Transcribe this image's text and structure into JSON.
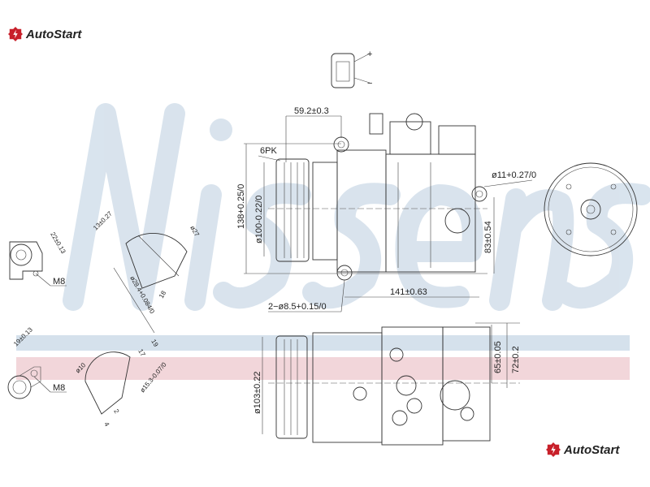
{
  "brand": {
    "name": "AutoStart",
    "color": "#c8202a"
  },
  "watermark": {
    "text": "Nissens",
    "color": "#d5e1ec",
    "band_blue": "#d5e1ec",
    "band_red": "#f2d6da"
  },
  "connector": {
    "plus": "+",
    "minus": "−"
  },
  "side_view": {
    "d_59": "59.2±0.3",
    "belt": "6PK",
    "d_138": "138+0.25/0",
    "d_100": "ø100-0.22/0",
    "d_hole11": "ø11+0.27/0",
    "d_83": "83±0.54",
    "d_141": "141±0.63",
    "d_holes": "2−ø8.5+0.15/0"
  },
  "bottom_view": {
    "d_103": "ø103±0.22",
    "d_65": "65±0.05",
    "d_72": "72±0.2"
  },
  "port_details": {
    "d_22": "22±0.13",
    "m8_a": "M8",
    "d_13": "13±0.27",
    "d_27": "ø27",
    "d_18": "18",
    "d_28": "ø28.4+0.084/0",
    "d_19": "19±0.13",
    "m8_b": "M8",
    "d_10": "ø10",
    "d_19b": "19",
    "d_17": "17",
    "d_153": "ø15.3-0.07/0",
    "d_2": "2",
    "d_4": "4"
  }
}
